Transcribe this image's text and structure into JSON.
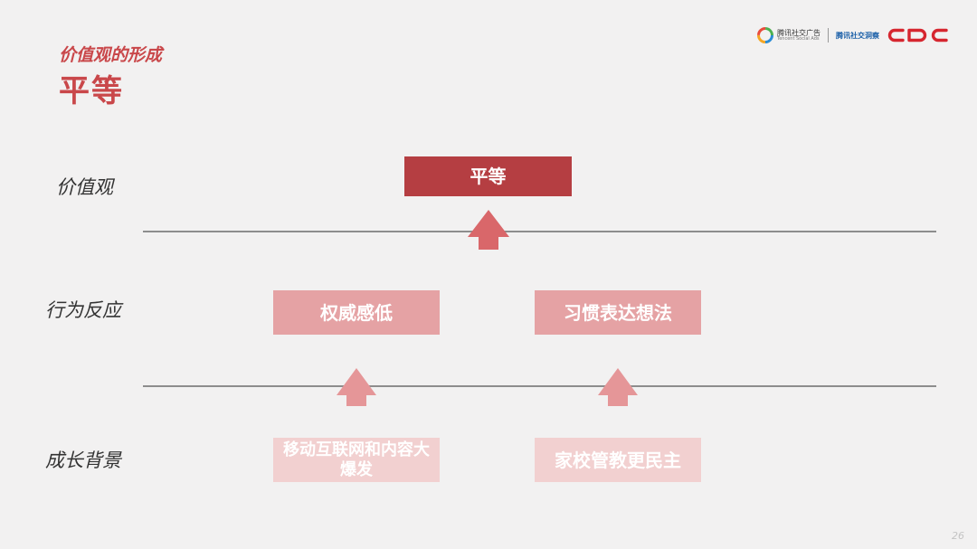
{
  "header": {
    "subtitle": "价值观的形成",
    "title": "平等"
  },
  "logos": {
    "tencent_cn": "腾讯社交广告",
    "tencent_en": "Tencent Social Ads",
    "insight": "腾讯社交洞察",
    "cdc": "CDC"
  },
  "rows": {
    "values": "价值观",
    "behavior": "行为反应",
    "background": "成长背景"
  },
  "boxes": {
    "top": "平等",
    "mid_left": "权威感低",
    "mid_right": "习惯表达想法",
    "bottom_left": "移动互联网和内容大爆发",
    "bottom_right": "家校管教更民主"
  },
  "colors": {
    "accent": "#c9474a",
    "box_dark": "#b53e42",
    "box_mid": "#e5a2a4",
    "box_light": "#f2d0d0",
    "arrow_top": "#d9676a",
    "arrow_bottom": "#e59698"
  },
  "page_number": "26"
}
